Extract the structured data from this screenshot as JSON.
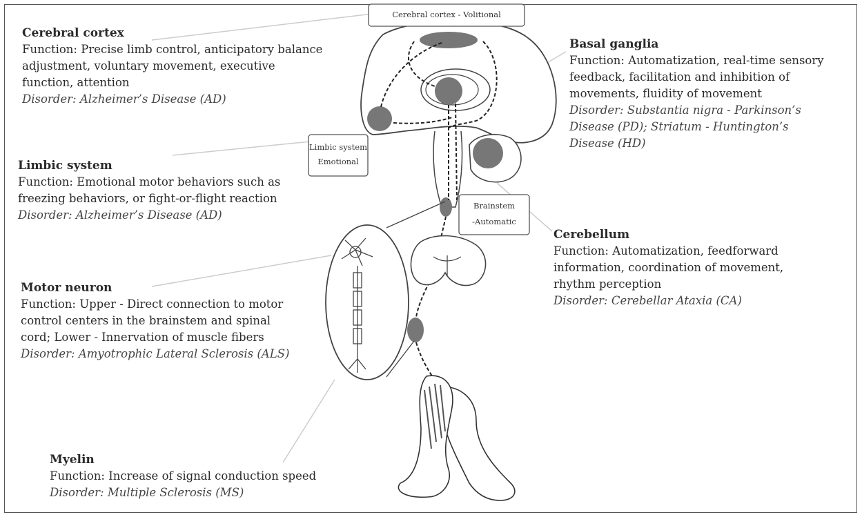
{
  "blocks": {
    "cerebral_cortex": {
      "title": "Cerebral cortex",
      "lines": [
        "Function: Precise limb control, anticipatory balance",
        "adjustment, voluntary movement, executive",
        "function, attention"
      ],
      "disorder": "Disorder: Alzheimer’s Disease (AD)"
    },
    "limbic_system": {
      "title": "Limbic system",
      "lines": [
        "Function: Emotional motor behaviors such as",
        "freezing behaviors, or fight-or-flight reaction"
      ],
      "disorder": "Disorder: Alzheimer’s Disease (AD)"
    },
    "motor_neuron": {
      "title": "Motor neuron",
      "lines": [
        "Function: Upper - Direct connection to motor",
        "control centers in the brainstem and spinal",
        "cord; Lower - Innervation of muscle fibers"
      ],
      "disorder": "Disorder: Amyotrophic Lateral Sclerosis (ALS)"
    },
    "myelin": {
      "title": "Myelin",
      "lines": [
        "Function: Increase of signal conduction speed"
      ],
      "disorder": "Disorder: Multiple Sclerosis (MS)"
    },
    "basal_ganglia": {
      "title": "Basal ganglia",
      "lines": [
        "Function: Automatization, real-time sensory",
        "feedback, facilitation and inhibition of",
        "movements, fluidity of movement"
      ],
      "disorder_lines": [
        "Disorder: Substantia nigra - Parkinson’s",
        "Disease (PD); Striatum -  Huntington’s",
        "Disease (HD)"
      ]
    },
    "cerebellum": {
      "title": "Cerebellum",
      "lines": [
        "Function: Automatization, feedforward",
        "information, coordination of movement,",
        "rhythm perception"
      ],
      "disorder": "Disorder: Cerebellar Ataxia (CA)"
    }
  },
  "boxes": {
    "cortex_box": "Cerebral cortex - Volitional",
    "limbic_box": [
      "Limbic system",
      "Emotional"
    ],
    "brainstem_box": [
      "Brainstem",
      "-Automatic"
    ]
  },
  "colors": {
    "node_fill": "#777777",
    "outline": "#444444",
    "leader": "#cccccc"
  }
}
